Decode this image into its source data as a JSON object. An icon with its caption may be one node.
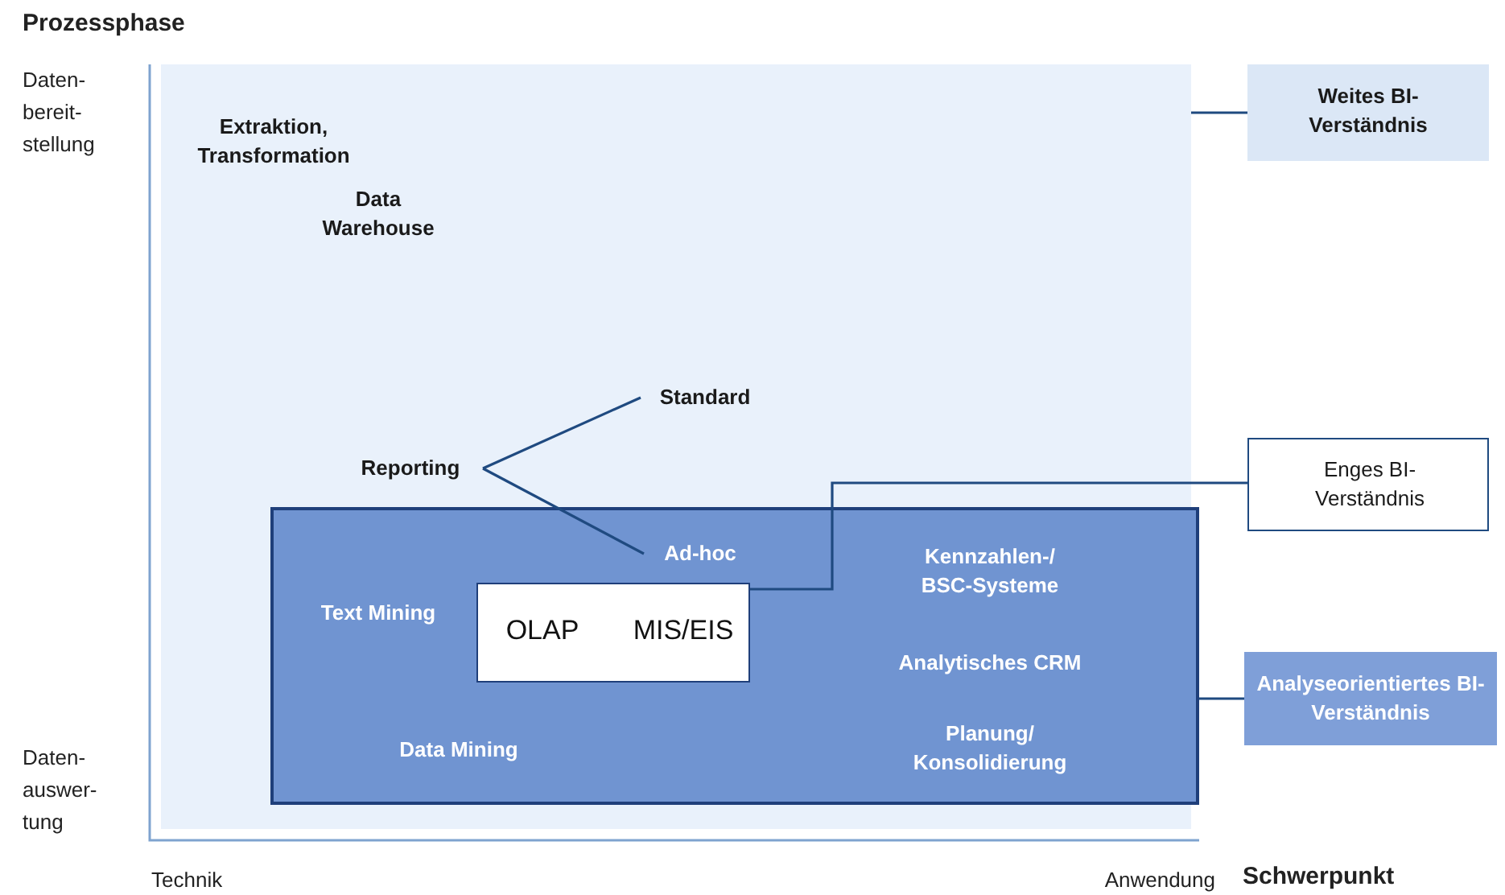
{
  "diagram": {
    "nodes": [
      {
        "text": [
          "Extraktion, Transformation",
          "Data Warehouse"
        ]
      },
      {
        "text": [
          "Weites BI- Verständnis"
        ]
      },
      {
        "text": [
          "Standard"
        ],
        "in": 0
      },
      {
        "text": [
          "Reporting"
        ],
        "in": 0
      },
      {
        "text": [
          "Enges BI- Verständnis"
        ]
      },
      {
        "text": [
          "Text Mining",
          "Data Mining",
          "Kennzahlen-/ BSC-Systeme",
          "Analytisches CRM",
          "Planung/ Konsolidierung"
        ],
        "in": 0
      },
      {
        "text": [
          "Ad-hoc"
        ],
        "in": 5
      },
      {
        "text": [
          "OLAP",
          "MIS/EIS"
        ],
        "in": 5
      },
      {
        "text": [
          "Analyseorientiertes BI-Verständnis"
        ]
      }
    ],
    "edges": [
      {
        "from": 0,
        "to": 1,
        "arrow": "none"
      },
      {
        "from": 3,
        "to": 2,
        "arrow": "none"
      },
      {
        "from": 3,
        "to": 6,
        "arrow": "none"
      },
      {
        "from": 7,
        "to": 4,
        "arrow": "none"
      },
      {
        "from": 5,
        "to": 8,
        "arrow": "none"
      }
    ],
    "labels": [
      "Prozessphase",
      "Daten- bereit- stellung",
      "Daten- auswer- tung",
      "Technik",
      "Anwendung",
      "Schwerpunkt"
    ]
  }
}
